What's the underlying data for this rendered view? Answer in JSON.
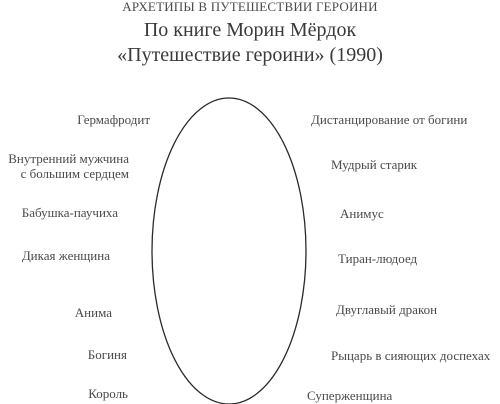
{
  "title": {
    "overline": "АРХЕТИПЫ В ПУТЕШЕСТВИИ ГЕРОИНИ",
    "line1": "По книге Морин Мёрдок",
    "line2": "«Путешествие героини» (1990)"
  },
  "left_labels": [
    "Гермафродит",
    "Внутренний мужчина\nс большим сердцем",
    "Бабушка-паучиха",
    "Дикая женщина",
    "Анима",
    "Богиня",
    "Король"
  ],
  "right_labels": [
    "Дистанцирование от богини",
    "Мудрый старик",
    "Анимус",
    "Тиран-людоед",
    "Двуглавый дракон",
    "Рыцарь в сияющих доспехах",
    "Суперженщина"
  ],
  "colors": {
    "text": "#4a4a4a",
    "stroke": "#2a2a2a"
  }
}
